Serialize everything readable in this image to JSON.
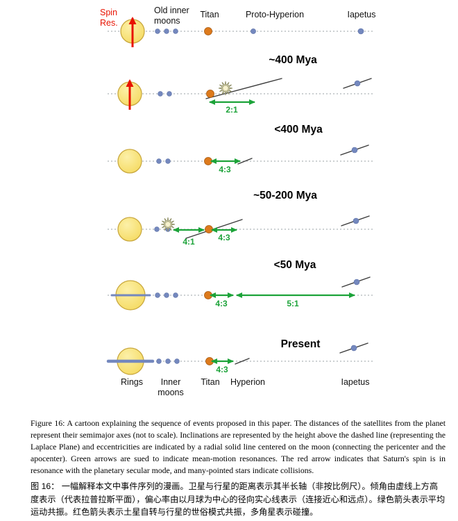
{
  "figure": {
    "top_labels": {
      "spin_res": "Spin\nRes.",
      "old_inner_moons": "Old inner\nmoons",
      "titan": "Titan",
      "proto_hyperion": "Proto-Hyperion",
      "iapetus": "Iapetus"
    },
    "eras": {
      "row2": "~400 Mya",
      "row3": "<400 Mya",
      "row4": "~50-200 Mya",
      "row5": "<50 Mya",
      "row6": "Present"
    },
    "resonances": {
      "row2_21": "2:1",
      "row3_43": "4:3",
      "row4_41": "4:1",
      "row4_43": "4:3",
      "row5_43": "4:3",
      "row5_51": "5:1",
      "row6_43": "4:3"
    },
    "bottom_labels": {
      "rings": "Rings",
      "inner_moons": "Inner\nmoons",
      "titan": "Titan",
      "hyperion": "Hyperion",
      "iapetus": "Iapetus"
    },
    "colors": {
      "saturn_fill": "#F5DA60",
      "saturn_stroke": "#C9A83E",
      "moon_blue": "#7488BE",
      "titan_orange": "#DD7A1C",
      "resonance_green": "#1CA339",
      "spin_red": "#E81300",
      "laplace_dash": "#9AA0A6"
    }
  },
  "captions": {
    "english": "Figure 16: A cartoon explaining the sequence of events proposed in this paper. The distances of the satellites from the planet represent their semimajor axes (not to scale). Inclinations are represented by the height above the dashed line (representing the Laplace Plane) and eccentricities are indicated by a radial solid line centered on the moon (connecting the pericenter and the apocenter). Green arrows are sued to indicate mean-motion resonances. The red arrow indicates that Saturn's spin is in resonance with the planetary secular mode, and many-pointed stars indicate collisions.",
    "chinese": "图 16： 一幅解释本文中事件序列的漫画。卫星与行星的距离表示其半长轴（非按比例尺）。倾角由虚线上方高度表示（代表拉普拉斯平面），偏心率由以月球为中心的径向实心线表示（连接近心和远点）。绿色箭头表示平均运动共振。红色箭头表示土星自转与行星的世俗模式共振，多角星表示碰撞。"
  }
}
